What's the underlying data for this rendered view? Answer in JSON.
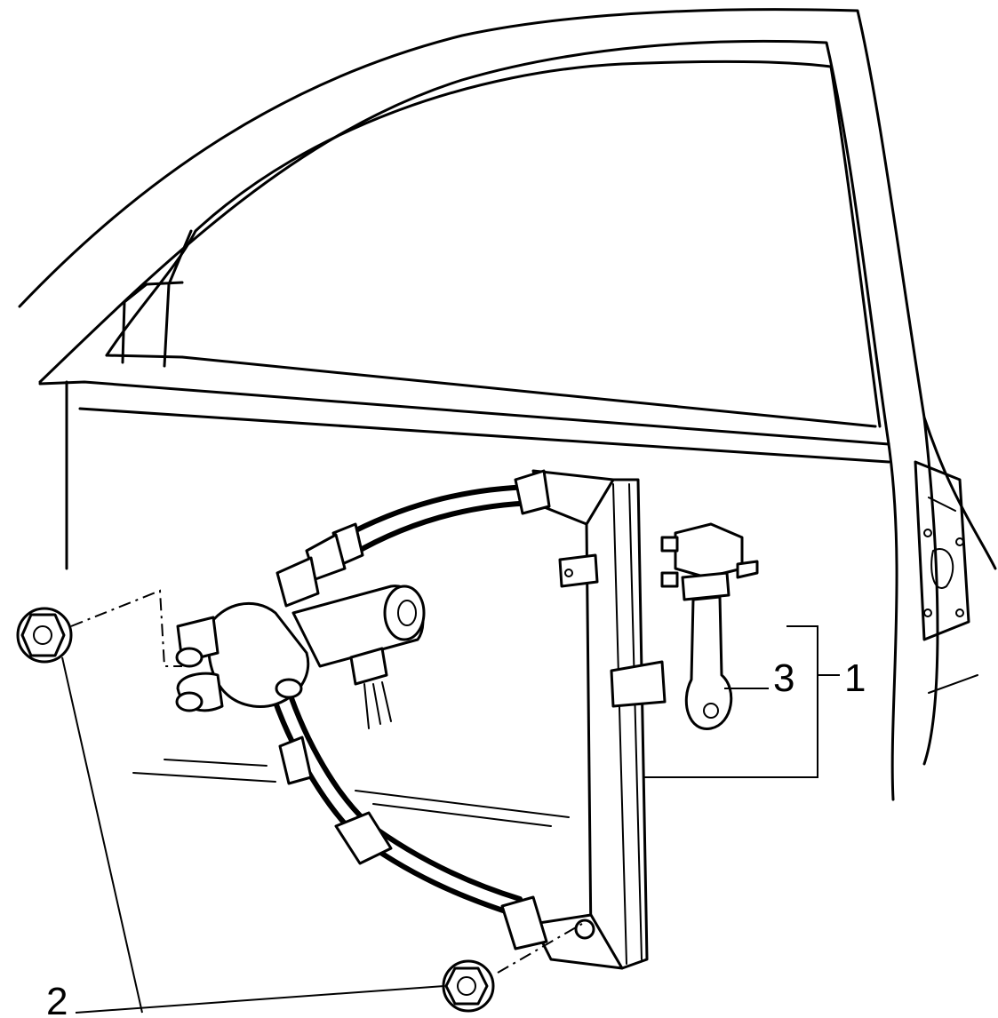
{
  "callouts": {
    "item_1": "1",
    "item_2": "2",
    "item_3": "3"
  },
  "colors": {
    "ink": "#000000",
    "paper": "#ffffff"
  }
}
